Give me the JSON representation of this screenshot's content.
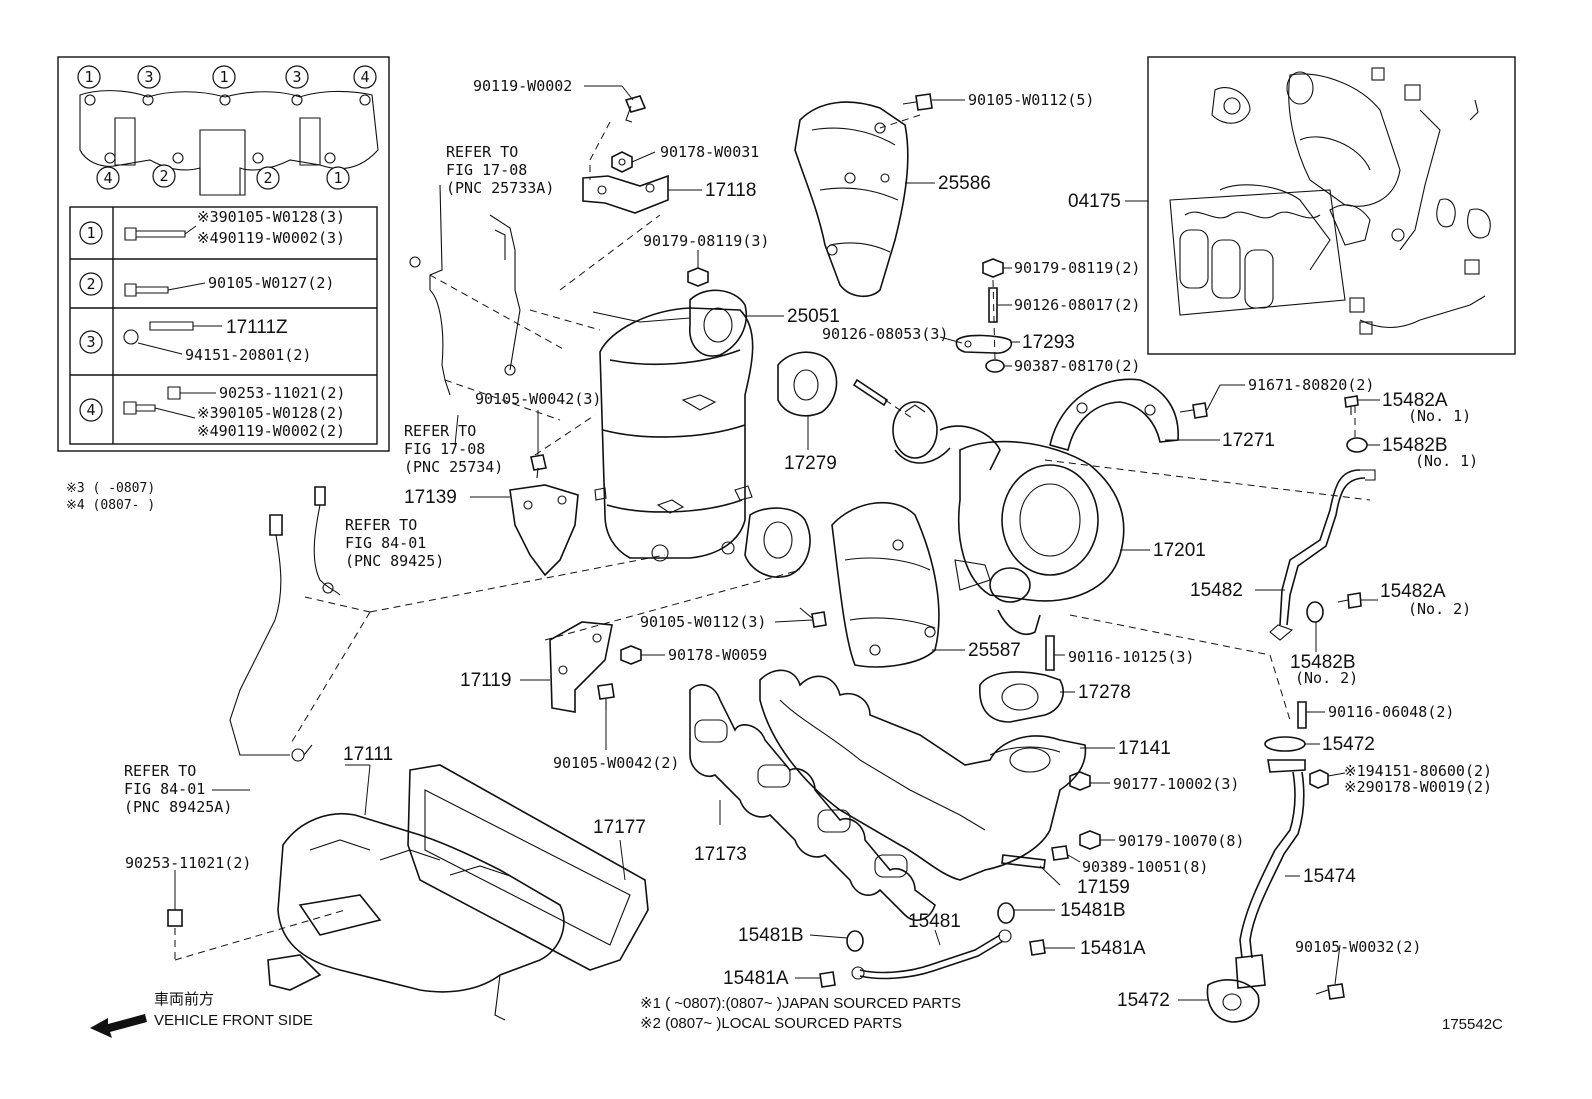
{
  "diagram_id": "175542C",
  "legend": {
    "top_circles": [
      "1",
      "3",
      "1",
      "3",
      "4"
    ],
    "bottom_circles": [
      "4",
      "2",
      "2",
      "1"
    ],
    "rows": [
      {
        "num": "1",
        "lines": [
          "※390105-W0128(3)",
          "※490119-W0002(3)"
        ]
      },
      {
        "num": "2",
        "lines": [
          "90105-W0127(2)"
        ]
      },
      {
        "num": "3",
        "lines": [
          "17111Z",
          "94151-20801(2)"
        ]
      },
      {
        "num": "4",
        "lines": [
          "90253-11021(2)",
          "※390105-W0128(2)",
          "※490119-W0002(2)"
        ]
      }
    ]
  },
  "notes": {
    "n3": "※3 (       -0807)",
    "n4": "※4 (0807-       )",
    "j1": "※1 (       ~0807):(0807~        )JAPAN SOURCED PARTS",
    "j2": "※2 (0807~        )LOCAL SOURCED PARTS"
  },
  "refs": {
    "r1": [
      "REFER TO",
      "FIG 17-08",
      "(PNC 25733A)"
    ],
    "r2": [
      "REFER TO",
      "FIG 17-08",
      "(PNC 25734)"
    ],
    "r3": [
      "REFER TO",
      "FIG 84-01",
      "(PNC 89425)"
    ],
    "r4": [
      "REFER TO",
      "FIG 84-01",
      "(PNC 89425A)"
    ]
  },
  "front": {
    "jp": "車両前方",
    "en": "VEHICLE FRONT SIDE"
  },
  "labels": {
    "p90119_w0002": "90119-W0002",
    "p90178_w0031": "90178-W0031",
    "p17118": "17118",
    "p90179_08119_3": "90179-08119(3)",
    "p25051": "25051",
    "p90105_w0042_3": "90105-W0042(3)",
    "p17139": "17139",
    "p90105_w0112_5": "90105-W0112(5)",
    "p25586": "25586",
    "p90179_08119_2": "90179-08119(2)",
    "p90126_08017": "90126-08017(2)",
    "p90126_08053": "90126-08053(3)",
    "p17293": "17293",
    "p90387_08170": "90387-08170(2)",
    "p17279": "17279",
    "p04175": "04175",
    "p91671_80820": "91671-80820(2)",
    "p17271": "17271",
    "p15482A_1": "15482A",
    "p15482A_1n": "(No. 1)",
    "p15482B_1": "15482B",
    "p15482B_1n": "(No. 1)",
    "p17201": "17201",
    "p15482": "15482",
    "p15482A_2": "15482A",
    "p15482A_2n": "(No. 2)",
    "p15482B_2": "15482B",
    "p15482B_2n": "(No. 2)",
    "p90105_w0112_3": "90105-W0112(3)",
    "p25587": "25587",
    "p90116_10125": "90116-10125(3)",
    "p17278": "17278",
    "p90116_06048": "90116-06048(2)",
    "p15472a": "15472",
    "p17119": "17119",
    "p90178_w0059": "90178-W0059",
    "p90105_w0042_2": "90105-W0042(2)",
    "p17141": "17141",
    "p94151_80600": "※194151-80600(2)",
    "p90178_w0019": "※290178-W0019(2)",
    "p90177_10002": "90177-10002(3)",
    "p17111": "17111",
    "p17177": "17177",
    "p17173": "17173",
    "p90179_10070": "90179-10070(8)",
    "p90389_10051": "90389-10051(8)",
    "p17159": "17159",
    "p15474": "15474",
    "p90253_11021": "90253-11021(2)",
    "p15481B_r": "15481B",
    "p15481": "15481",
    "p15481B_l": "15481B",
    "p15481A_r": "15481A",
    "p15481A_l": "15481A",
    "p90105_w0032": "90105-W0032(2)",
    "p15472b": "15472"
  }
}
